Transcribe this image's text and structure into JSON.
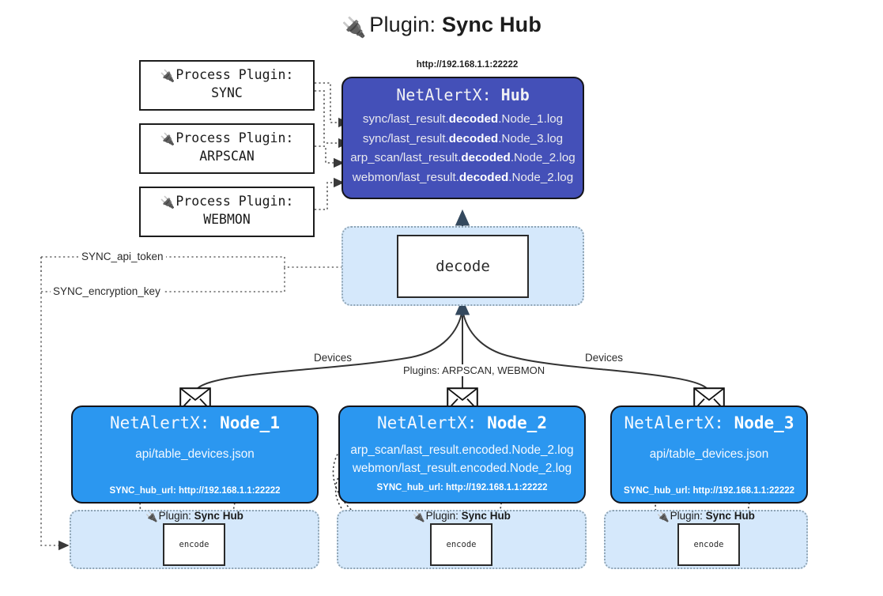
{
  "title": {
    "icon": "plug-icon",
    "prefix": "Plugin:",
    "name": "Sync Hub"
  },
  "process_plugins": [
    {
      "icon": "plug-icon",
      "line1": "Process Plugin:",
      "line2": "SYNC"
    },
    {
      "icon": "plug-icon",
      "line1": "Process Plugin:",
      "line2": "ARPSCAN"
    },
    {
      "icon": "plug-icon",
      "line1": "Process Plugin:",
      "line2": "WEBMON"
    }
  ],
  "hub": {
    "url": "http://192.168.1.1:22222",
    "title_prefix": "NetAlertX:",
    "title_name": "Hub",
    "logs": [
      {
        "pre": "sync/last_result.",
        "mid": "decoded",
        "post": ".Node_1.log"
      },
      {
        "pre": "sync/last_result.",
        "mid": "decoded",
        "post": ".Node_3.log"
      },
      {
        "pre": "arp_scan/last_result.",
        "mid": "decoded",
        "post": ".Node_2.log"
      },
      {
        "pre": "webmon/last_result.",
        "mid": "decoded",
        "post": ".Node_2.log"
      }
    ]
  },
  "decode": {
    "label": "decode"
  },
  "config_edges": [
    {
      "label": "SYNC_api_token"
    },
    {
      "label": "SYNC_encryption_key"
    }
  ],
  "flow_labels": {
    "devices_left": "Devices",
    "plugins_center": "Plugins: ARPSCAN, WEBMON",
    "devices_right": "Devices"
  },
  "nodes": [
    {
      "title_prefix": "NetAlertX:",
      "title_name": "Node_1",
      "paths": [
        "api/table_devices.json"
      ],
      "hub_url": "SYNC_hub_url: http://192.168.1.1:22222",
      "plugin_label_prefix": "Plugin:",
      "plugin_label_name": "Sync Hub",
      "encode": "encode",
      "envelope_icon": "envelope-icon"
    },
    {
      "title_prefix": "NetAlertX:",
      "title_name": "Node_2",
      "paths": [
        "arp_scan/last_result.encoded.Node_2.log",
        "webmon/last_result.encoded.Node_2.log"
      ],
      "hub_url": "SYNC_hub_url: http://192.168.1.1:22222",
      "plugin_label_prefix": "Plugin:",
      "plugin_label_name": "Sync Hub",
      "encode": "encode",
      "envelope_icon": "envelope-icon"
    },
    {
      "title_prefix": "NetAlertX:",
      "title_name": "Node_3",
      "paths": [
        "api/table_devices.json"
      ],
      "hub_url": "SYNC_hub_url: http://192.168.1.1:22222",
      "plugin_label_prefix": "Plugin:",
      "plugin_label_name": "Sync Hub",
      "encode": "encode",
      "envelope_icon": "envelope-icon"
    }
  ],
  "colors": {
    "hub_fill": "#4450b8",
    "node_fill": "#2b97f0",
    "subgraph_fill": "#d5e8fb",
    "stroke": "#14141a",
    "edge": "#333333"
  }
}
